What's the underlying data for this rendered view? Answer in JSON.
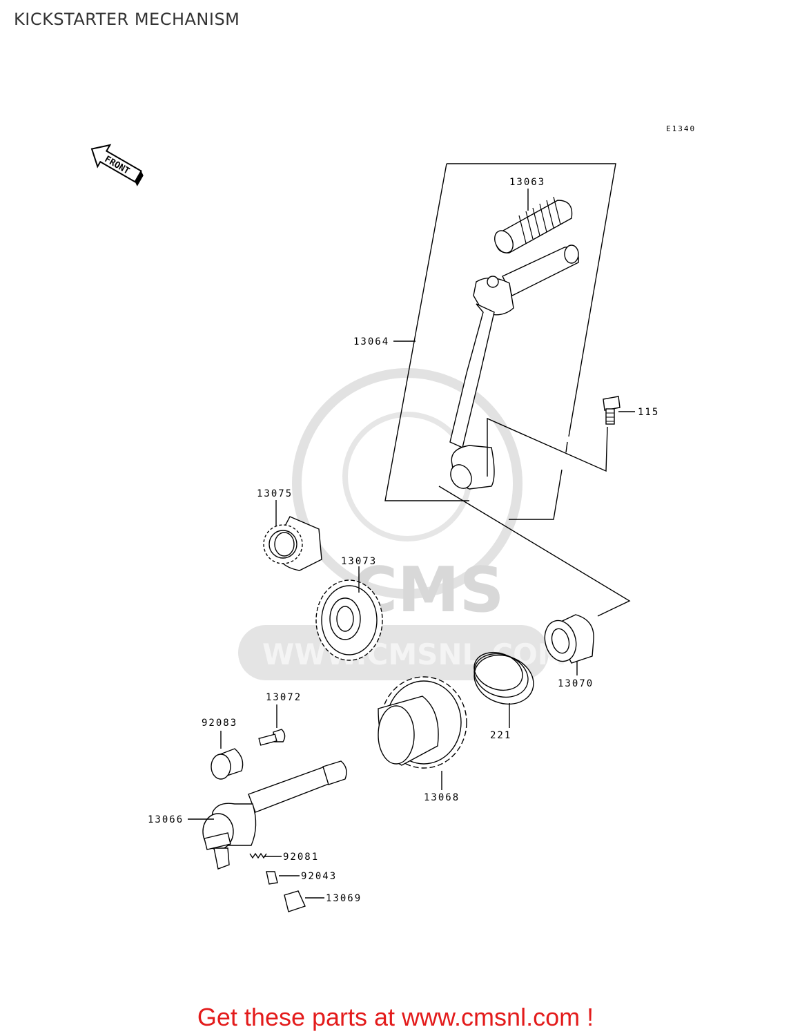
{
  "page": {
    "title": "KICKSTARTER MECHANISM",
    "diagram_code": "E1340",
    "front_marker": "FRONT",
    "footer": "Get these parts at www.cmsnl.com !"
  },
  "watermark": {
    "logo_text": "CMS",
    "url_text": "WWW.CMSNL.COM"
  },
  "parts": [
    {
      "id": "13063",
      "label": "13063"
    },
    {
      "id": "13064",
      "label": "13064"
    },
    {
      "id": "115",
      "label": "115"
    },
    {
      "id": "13075",
      "label": "13075"
    },
    {
      "id": "13073",
      "label": "13073"
    },
    {
      "id": "13070",
      "label": "13070"
    },
    {
      "id": "221",
      "label": "221"
    },
    {
      "id": "13072",
      "label": "13072"
    },
    {
      "id": "92083",
      "label": "92083"
    },
    {
      "id": "13068",
      "label": "13068"
    },
    {
      "id": "13066",
      "label": "13066"
    },
    {
      "id": "92081",
      "label": "92081"
    },
    {
      "id": "92043",
      "label": "92043"
    },
    {
      "id": "13069",
      "label": "13069"
    }
  ],
  "colors": {
    "footer_text": "#e31b1b",
    "watermark": "#d8d8d8",
    "line_art": "#000000"
  }
}
